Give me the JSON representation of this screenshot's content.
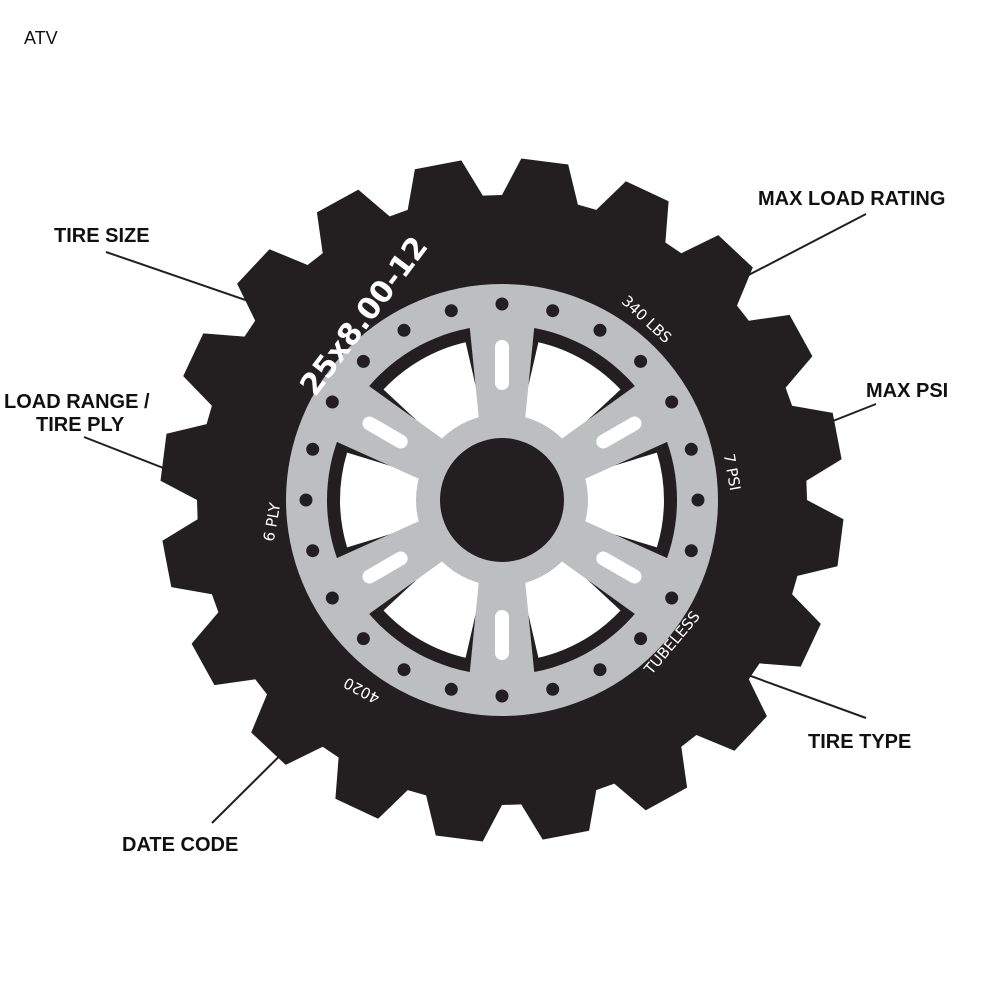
{
  "page_label": "ATV",
  "colors": {
    "tire": "#231f20",
    "wheel": "#bcbec0",
    "wheel_dark": "#231f20",
    "leader_line": "#231f20",
    "text_on_tire": "#ffffff"
  },
  "tire_markings": {
    "size": "25x8.00-12",
    "load": "340 LBS",
    "psi": "7 PSI",
    "type": "TUBELESS",
    "date": "4020",
    "ply": "6 PLY"
  },
  "callouts": {
    "tire_size": "TIRE SIZE",
    "max_load": "MAX LOAD RATING",
    "max_psi": "MAX PSI",
    "load_range_line1": "LOAD RANGE /",
    "load_range_line2": "TIRE PLY",
    "tire_type": "TIRE TYPE",
    "date_code": "DATE CODE"
  }
}
